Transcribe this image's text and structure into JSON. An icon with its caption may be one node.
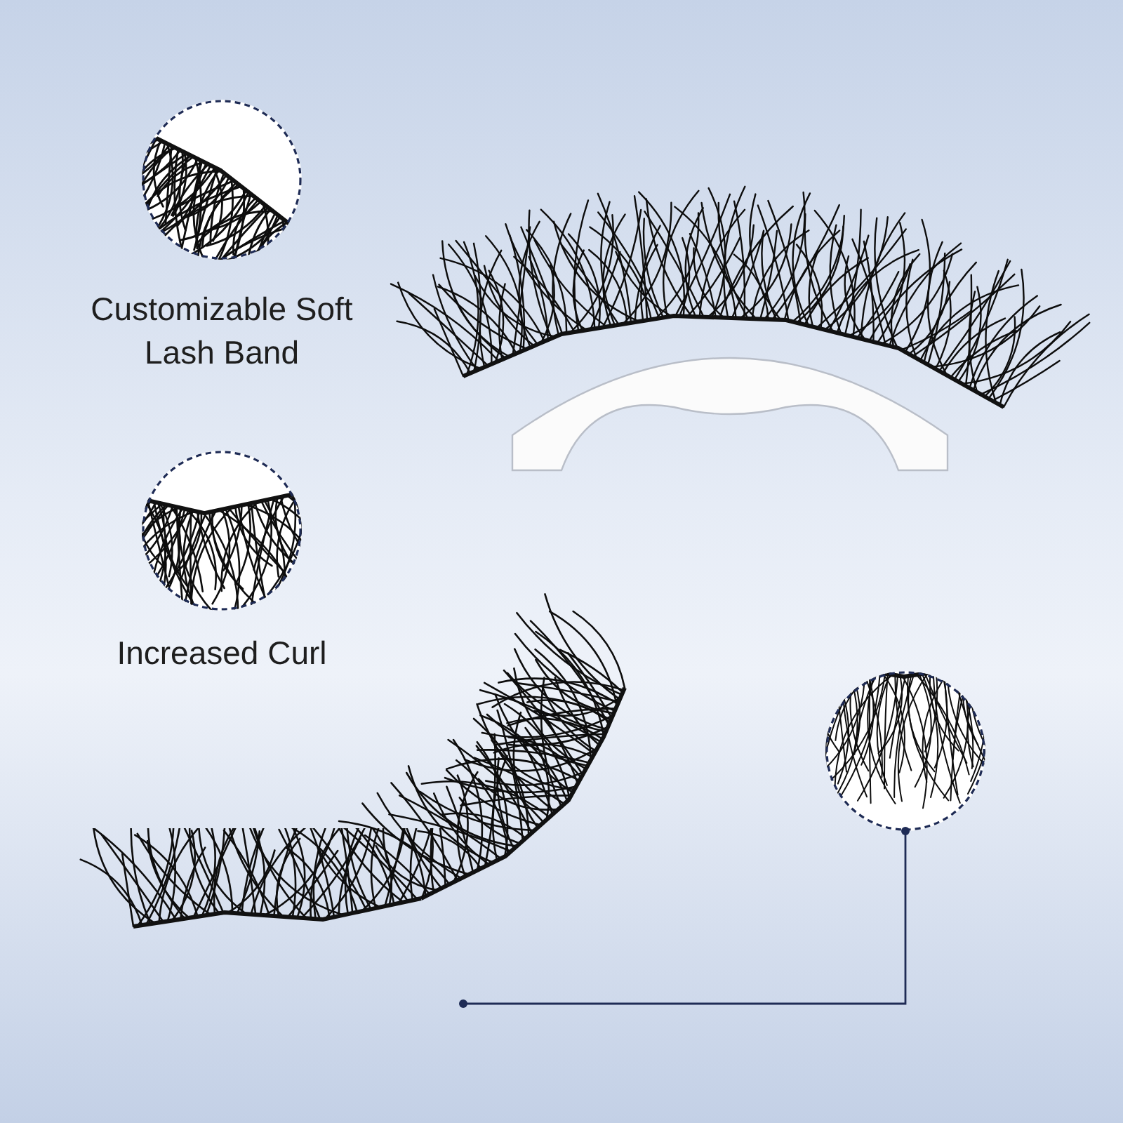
{
  "diagram": {
    "nodes": [
      {
        "text": [],
        "shape": "picture",
        "beside": [
          "Customizable Soft Lash Band"
        ]
      },
      {
        "text": [],
        "shape": "picture",
        "beside": [
          "Increased Curl"
        ]
      },
      {
        "text": [],
        "shape": "picture"
      },
      {
        "text": [],
        "shape": "picture"
      }
    ],
    "edges": [
      {
        "from": 2,
        "to": 3,
        "arrow": "other"
      }
    ]
  }
}
